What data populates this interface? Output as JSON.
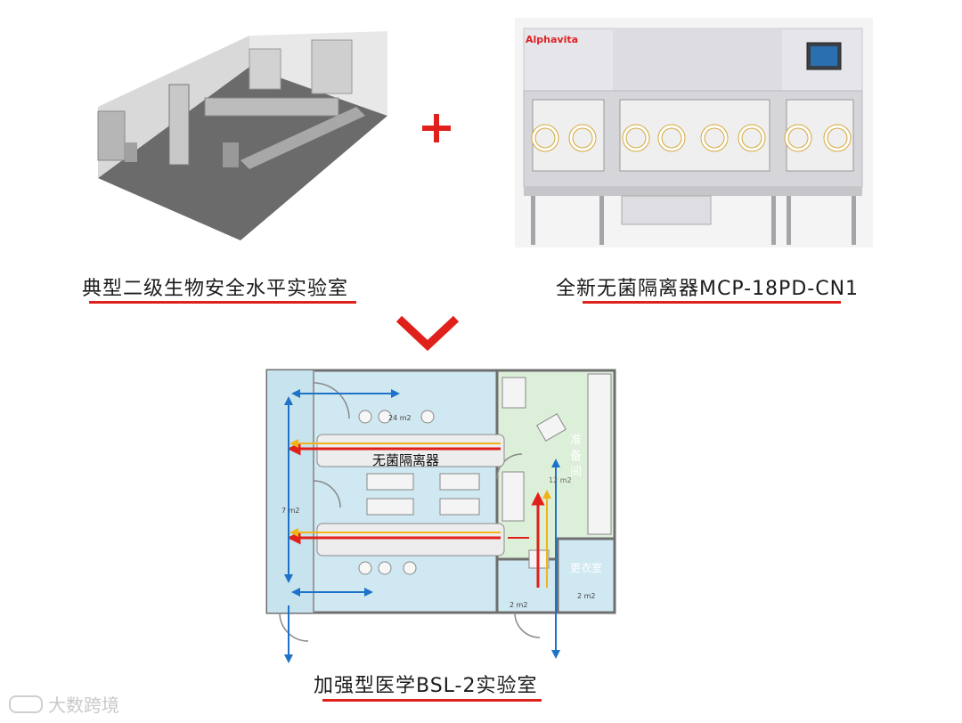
{
  "captions": {
    "lab": "典型二级生物安全水平实验室",
    "isolator": "全新无菌隔离器MCP-18PD-CN1",
    "bsl2": "加强型医学BSL-2实验室"
  },
  "isolator_brand": "Alphavita",
  "floorplan": {
    "isolator_label": "无菌隔离器",
    "area_main": "24 m2",
    "area_side": "7 m2",
    "prep_room": "准备间",
    "prep_area": "12 m2",
    "changing_room": "更衣室",
    "changing_area": "2 m2",
    "airlock_area": "2 m2"
  },
  "watermark": "大数跨境",
  "colors": {
    "accent": "#e0201b",
    "lab_blue": "#cfe8f1",
    "prep_green": "#dcefd9",
    "arrow_blue": "#1e73c8",
    "arrow_yellow": "#f2b21a"
  },
  "icons": {
    "plus": "plus-icon",
    "chevron": "chevron-down-icon"
  }
}
